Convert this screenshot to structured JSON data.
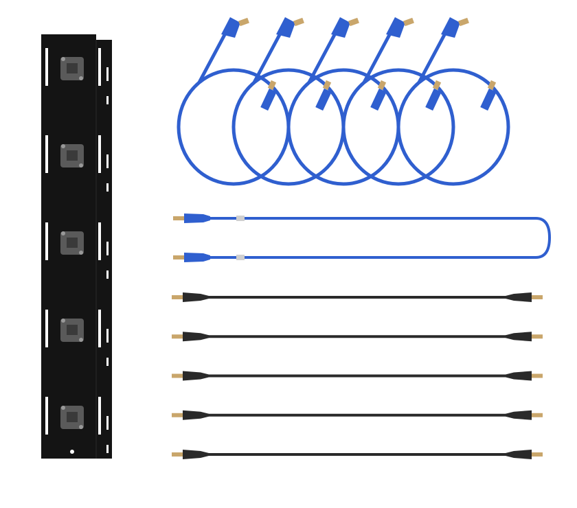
{
  "colors": {
    "background": "#ffffff",
    "panel": "#141414",
    "panel_slot": "#ffffff",
    "port": "#5a5a5a",
    "blue_cable": "#2f5fcf",
    "black_cable": "#2a2a2a",
    "connector_tip": "#c9a66b"
  },
  "items": {
    "panel_ports": 5,
    "blue_loop_cables": 5,
    "blue_long_cable": 1,
    "black_short_cables": 5
  }
}
